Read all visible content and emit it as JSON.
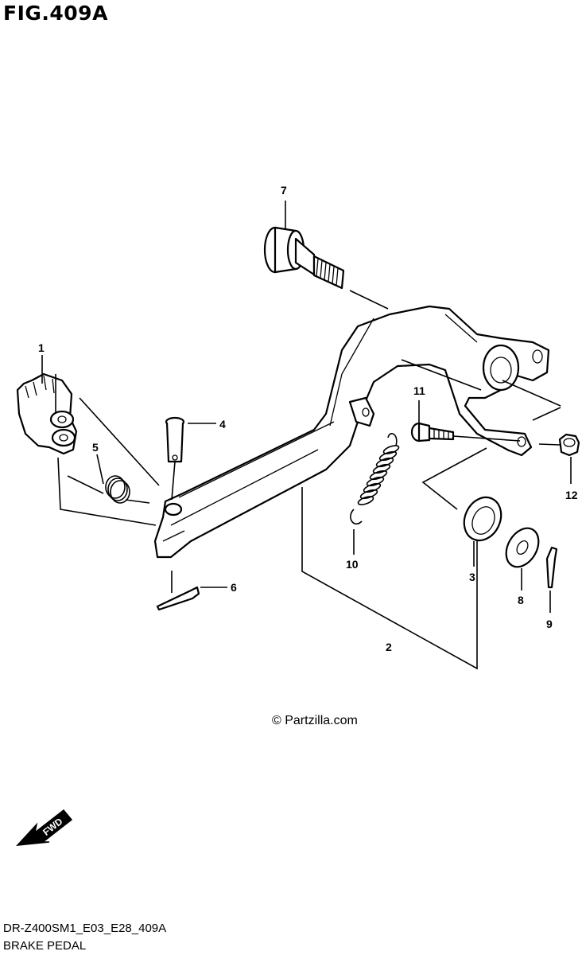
{
  "title": "FIG.409A",
  "copyright": "© Partzilla.com",
  "footer": {
    "code": "DR-Z400SM1_E03_E28_409A",
    "name": "BRAKE PEDAL"
  },
  "fwd_label": "FWD",
  "callouts": [
    "1",
    "2",
    "3",
    "4",
    "5",
    "6",
    "7",
    "8",
    "9",
    "10",
    "11",
    "12"
  ]
}
